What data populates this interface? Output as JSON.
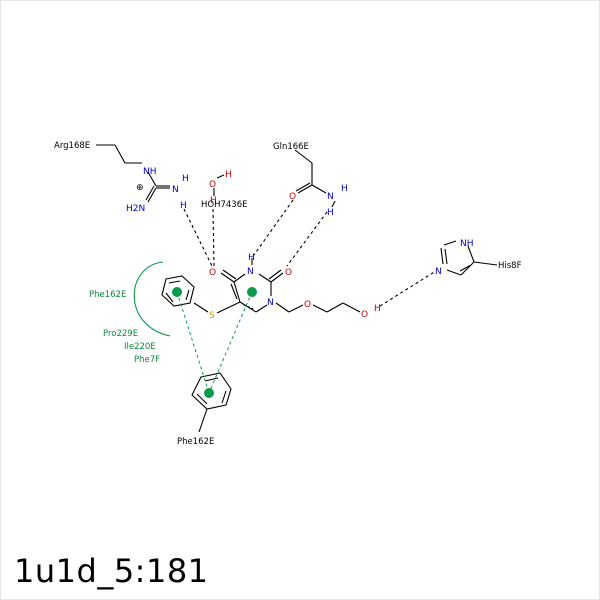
{
  "title": "1u1d_5:181",
  "residues": {
    "arg": "Arg168E",
    "water": "HOH7436E",
    "gln": "Gln166E",
    "his": "His8F",
    "phe_bottom": "Phe162E"
  },
  "hydrophobic": [
    "Phe162E",
    "Pro229E",
    "Ile220E",
    "Phe7F"
  ],
  "atoms": {
    "N": "N",
    "H": "H",
    "O": "O",
    "S": "S",
    "NH": "NH",
    "NH2": "H2N",
    "plus": "⊕"
  },
  "colors": {
    "nitrogen": "#0000cc",
    "oxygen": "#cc0000",
    "sulfur": "#c8a000",
    "hydrophobic": "#0a9a4a",
    "pi_center": "#0a9a4a"
  }
}
